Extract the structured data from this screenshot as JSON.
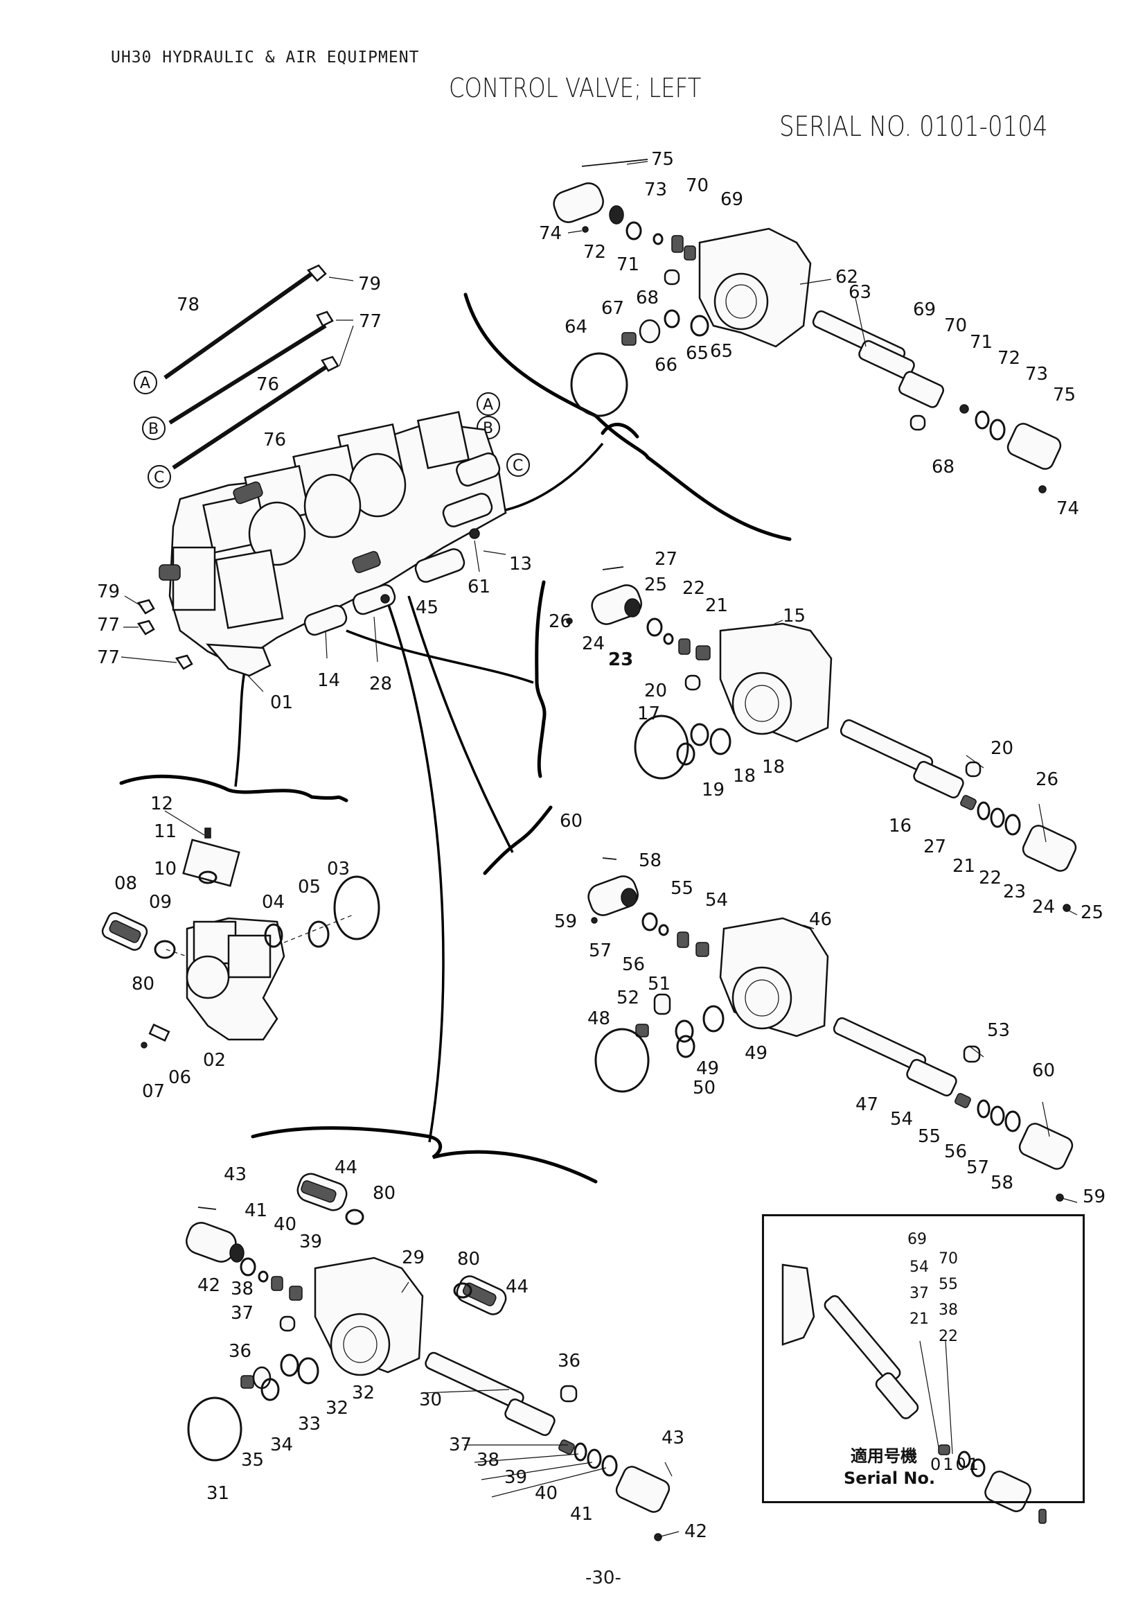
{
  "header": {
    "model": "UH30 HYDRAULIC & AIR EQUIPMENT",
    "title": "CONTROL VALVE; LEFT",
    "serial": "SERIAL NO. 0101-0104"
  },
  "page_number": "-30-",
  "inset": {
    "applicable_label": "適用号機",
    "serial_label": "Serial No.",
    "serial_value": "0101",
    "callout_stack_left": [
      "69",
      "54",
      "37",
      "21"
    ],
    "callout_stack_right": [
      "70",
      "55",
      "38",
      "22"
    ]
  },
  "rod_markers": [
    "A",
    "B",
    "C"
  ],
  "groups": {
    "top_section": [
      "75",
      "73",
      "70",
      "69",
      "74",
      "72",
      "71",
      "62",
      "68",
      "67",
      "64",
      "66",
      "65",
      "65",
      "63",
      "69",
      "70",
      "71",
      "72",
      "73",
      "75",
      "68",
      "74"
    ],
    "assembly": [
      "78",
      "79",
      "77",
      "77",
      "76",
      "76",
      "79",
      "77",
      "77",
      "13",
      "61",
      "45",
      "14",
      "28",
      "01"
    ],
    "section_15": [
      "27",
      "25",
      "22",
      "21",
      "26",
      "24",
      "23",
      "15",
      "20",
      "17",
      "18",
      "18",
      "19",
      "20",
      "16",
      "27",
      "21",
      "22",
      "23",
      "24",
      "25",
      "26"
    ],
    "section_02": [
      "12",
      "11",
      "10",
      "08",
      "09",
      "03",
      "05",
      "04",
      "80",
      "06",
      "07",
      "02"
    ],
    "section_46": [
      "60",
      "58",
      "55",
      "54",
      "59",
      "57",
      "56",
      "46",
      "51",
      "52",
      "48",
      "49",
      "49",
      "50",
      "53",
      "47",
      "60",
      "54",
      "55",
      "56",
      "57",
      "58",
      "59"
    ],
    "section_29": [
      "43",
      "44",
      "80",
      "41",
      "40",
      "39",
      "42",
      "38",
      "37",
      "36",
      "29",
      "80",
      "44",
      "36",
      "35",
      "34",
      "33",
      "32",
      "32",
      "30",
      "31",
      "37",
      "38",
      "39",
      "40",
      "41",
      "43",
      "42"
    ]
  }
}
